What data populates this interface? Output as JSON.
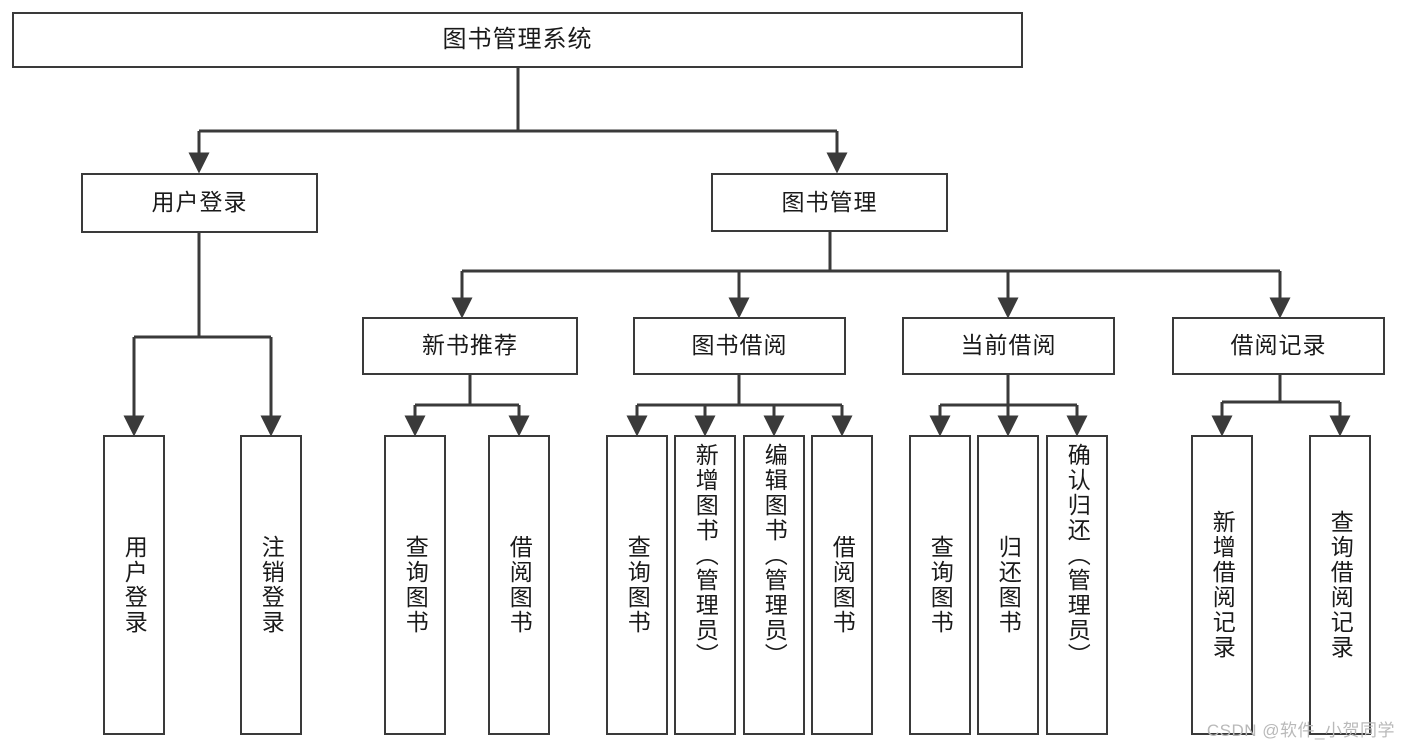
{
  "diagram": {
    "title": "图书管理系统",
    "type": "tree-hierarchy",
    "orientation": "top-down",
    "colors": {
      "box_border": "#3a3a3a",
      "box_fill": "#ffffff",
      "connector": "#3a3a3a",
      "text": "#1a1a1a",
      "watermark": "#b9b9b9",
      "background": "#ffffff"
    },
    "root": {
      "id": "root",
      "label": "图书管理系统"
    },
    "level2": [
      {
        "id": "user-login",
        "label": "用户登录"
      },
      {
        "id": "book-manage",
        "label": "图书管理"
      }
    ],
    "level3": [
      {
        "id": "new-book-rec",
        "label": "新书推荐"
      },
      {
        "id": "book-borrow",
        "label": "图书借阅"
      },
      {
        "id": "current-borrow",
        "label": "当前借阅"
      },
      {
        "id": "borrow-record",
        "label": "借阅记录"
      }
    ],
    "leaves": {
      "user_login": [
        {
          "id": "leaf-user-login",
          "label": "用户登录"
        },
        {
          "id": "leaf-logout-login",
          "label": "注销登录"
        }
      ],
      "new_book_rec": [
        {
          "id": "leaf-query-book-1",
          "label": "查询图书"
        },
        {
          "id": "leaf-borrow-book-1",
          "label": "借阅图书"
        }
      ],
      "book_borrow": [
        {
          "id": "leaf-query-book-2",
          "label": "查询图书"
        },
        {
          "id": "leaf-add-book",
          "label": "新增图书（管理员）"
        },
        {
          "id": "leaf-edit-book",
          "label": "编辑图书（管理员）"
        },
        {
          "id": "leaf-borrow-book-2",
          "label": "借阅图书"
        }
      ],
      "current_borrow": [
        {
          "id": "leaf-query-book-3",
          "label": "查询图书"
        },
        {
          "id": "leaf-return-book",
          "label": "归还图书"
        },
        {
          "id": "leaf-confirm-return",
          "label": "确认归还（管理员）"
        }
      ],
      "borrow_record": [
        {
          "id": "leaf-add-record",
          "label": "新增借阅记录"
        },
        {
          "id": "leaf-query-record",
          "label": "查询借阅记录"
        }
      ]
    }
  },
  "watermark": {
    "text": "CSDN @软件_小贺同学"
  }
}
